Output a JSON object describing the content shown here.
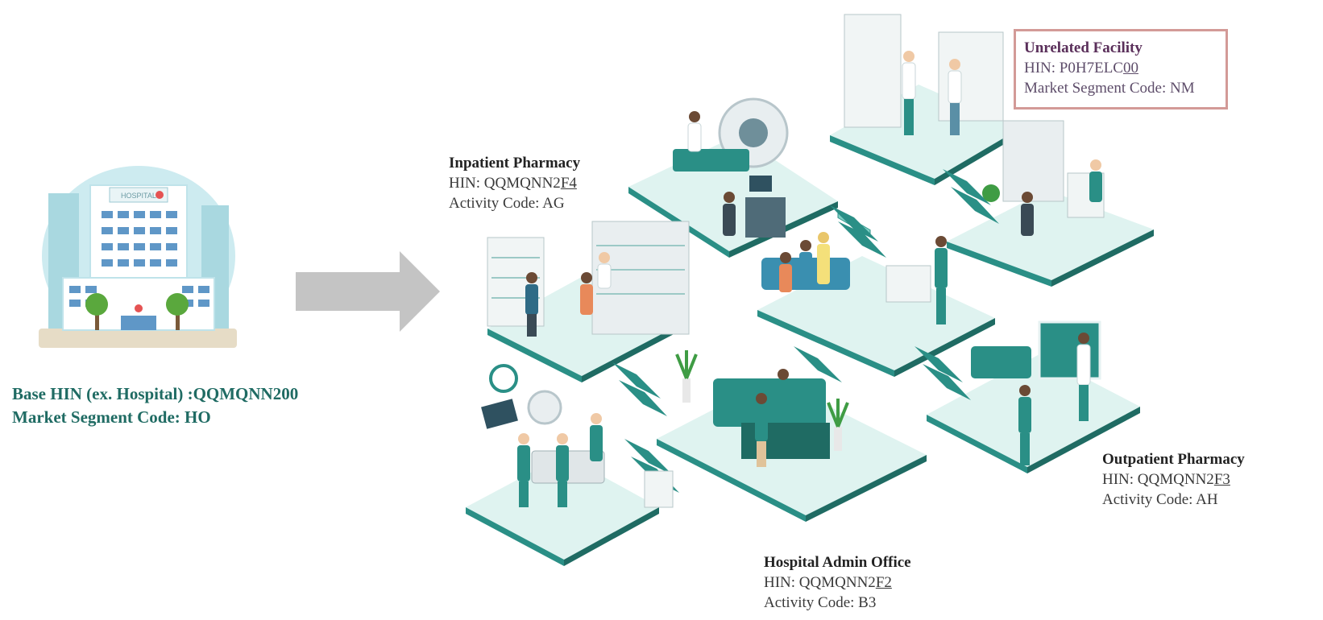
{
  "base": {
    "line1": "Base HIN (ex. Hospital) :QQMQNN200",
    "line2": "Market Segment Code: HO",
    "sign": "HOSPITAL"
  },
  "inpatient": {
    "title": "Inpatient Pharmacy",
    "hin_prefix": "HIN: QQMQNN2",
    "hin_suffix": "F4",
    "code": "Activity Code: AG"
  },
  "unrelated": {
    "title": "Unrelated Facility",
    "hin_prefix": "HIN: P0H7ELC",
    "hin_suffix": "00",
    "code": "Market Segment Code: NM"
  },
  "outpatient": {
    "title": "Outpatient Pharmacy",
    "hin_prefix": "HIN: QQMQNN2",
    "hin_suffix": "F3",
    "code": "Activity Code: AH"
  },
  "admin": {
    "title": "Hospital Admin Office",
    "hin_prefix": "HIN: QQMQNN2",
    "hin_suffix": "F2",
    "code": "Activity Code: B3"
  },
  "colors": {
    "teal": "#2a8f86",
    "teal_dark": "#1f6b63",
    "floor": "#dff3f0",
    "arrow": "#c4c4c4",
    "unrelated_border": "#d39a97"
  }
}
